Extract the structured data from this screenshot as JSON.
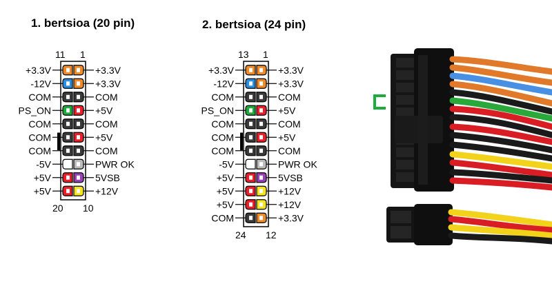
{
  "diagram1": {
    "title": "1. bertsioa (20 pin)",
    "top_left_pin": "11",
    "top_right_pin": "1",
    "bottom_left_pin": "20",
    "bottom_right_pin": "10",
    "rows": [
      {
        "left_label": "+3.3V",
        "left_color": "#ee8a2a",
        "right_color": "#ee8a2a",
        "right_label": "+3.3V"
      },
      {
        "left_label": "-12V",
        "left_color": "#2a8fe0",
        "right_color": "#ee8a2a",
        "right_label": "+3.3V"
      },
      {
        "left_label": "COM",
        "left_color": "#3a3a3a",
        "right_color": "#3a3a3a",
        "right_label": "COM"
      },
      {
        "left_label": "PS_ON",
        "left_color": "#1faa3c",
        "right_color": "#e8202a",
        "right_label": "+5V"
      },
      {
        "left_label": "COM",
        "left_color": "#3a3a3a",
        "right_color": "#3a3a3a",
        "right_label": "COM"
      },
      {
        "left_label": "COM",
        "left_color": "#3a3a3a",
        "right_color": "#e8202a",
        "right_label": "+5V"
      },
      {
        "left_label": "COM",
        "left_color": "#3a3a3a",
        "right_color": "#3a3a3a",
        "right_label": "COM"
      },
      {
        "left_label": "-5V",
        "left_color": "#ffffff",
        "right_color": "#bbbbbb",
        "right_label": "PWR OK"
      },
      {
        "left_label": "+5V",
        "left_color": "#e8202a",
        "right_color": "#9b3fb6",
        "right_label": "5VSB"
      },
      {
        "left_label": "+5V",
        "left_color": "#e8202a",
        "right_color": "#f5e51a",
        "right_label": "+12V"
      }
    ]
  },
  "diagram2": {
    "title": "2. bertsioa (24 pin)",
    "top_left_pin": "13",
    "top_right_pin": "1",
    "bottom_left_pin": "24",
    "bottom_right_pin": "12",
    "rows": [
      {
        "left_label": "+3.3V",
        "left_color": "#ee8a2a",
        "right_color": "#ee8a2a",
        "right_label": "+3.3V"
      },
      {
        "left_label": "-12V",
        "left_color": "#2a8fe0",
        "right_color": "#ee8a2a",
        "right_label": "+3.3V"
      },
      {
        "left_label": "COM",
        "left_color": "#3a3a3a",
        "right_color": "#3a3a3a",
        "right_label": "COM"
      },
      {
        "left_label": "PS_ON",
        "left_color": "#1faa3c",
        "right_color": "#e8202a",
        "right_label": "+5V"
      },
      {
        "left_label": "COM",
        "left_color": "#3a3a3a",
        "right_color": "#3a3a3a",
        "right_label": "COM"
      },
      {
        "left_label": "COM",
        "left_color": "#3a3a3a",
        "right_color": "#e8202a",
        "right_label": "+5V"
      },
      {
        "left_label": "COM",
        "left_color": "#3a3a3a",
        "right_color": "#3a3a3a",
        "right_label": "COM"
      },
      {
        "left_label": "-5V",
        "left_color": "#ffffff",
        "right_color": "#bbbbbb",
        "right_label": "PWR OK"
      },
      {
        "left_label": "+5V",
        "left_color": "#e8202a",
        "right_color": "#9b3fb6",
        "right_label": "5VSB"
      },
      {
        "left_label": "+5V",
        "left_color": "#e8202a",
        "right_color": "#f5e51a",
        "right_label": "+12V"
      },
      {
        "left_label": "+5V",
        "left_color": "#e8202a",
        "right_color": "#f5e51a",
        "right_label": "+12V"
      },
      {
        "left_label": "COM",
        "left_color": "#3a3a3a",
        "right_color": "#ee8a2a",
        "right_label": "+3.3V"
      }
    ]
  },
  "colors": {
    "jumper": "#1faa3c",
    "connector_body": "#111111",
    "wire_orange": "#e07a2a",
    "wire_blue": "#4a90e2",
    "wire_red": "#d81e24",
    "wire_yellow": "#f2d21a",
    "wire_black": "#1a1a1a",
    "wire_green": "#2aa83a"
  }
}
